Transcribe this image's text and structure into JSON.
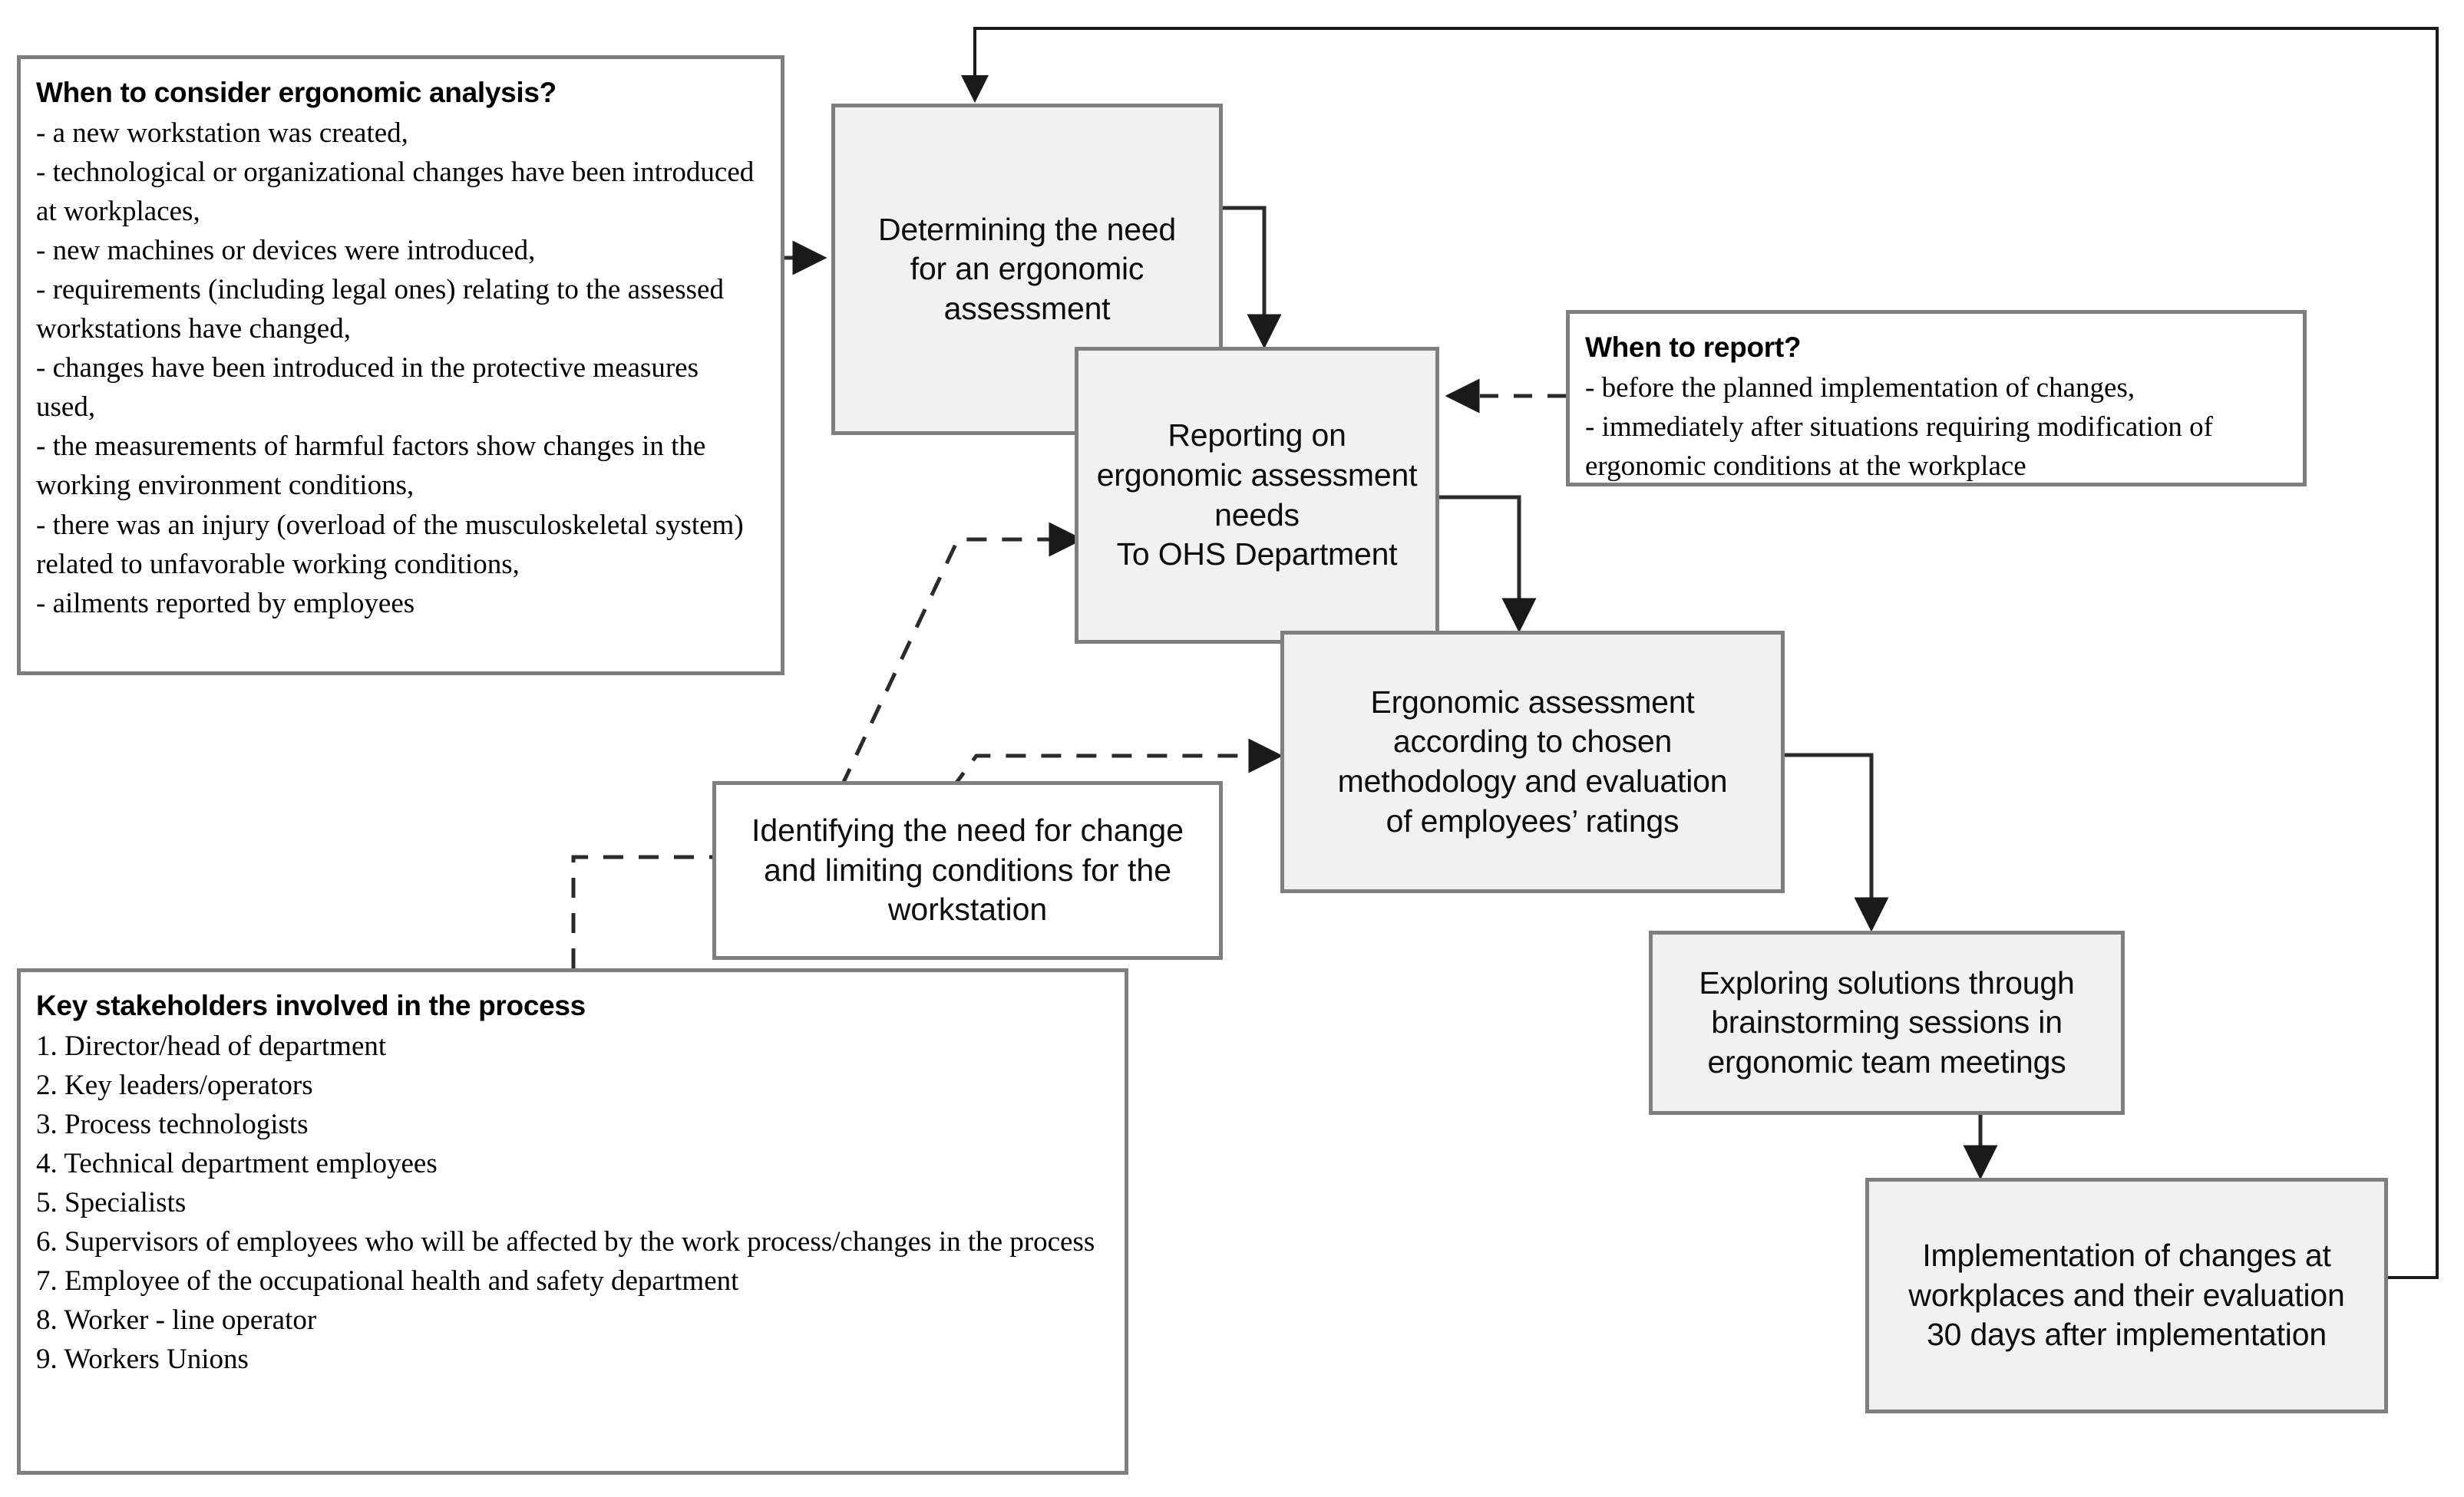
{
  "diagram": {
    "title": "Ergonomic assessment process flowchart",
    "colors": {
      "process_fill": "#f1f1f1",
      "process_border": "#7f7f7f",
      "note_fill": "#ffffff",
      "note_border": "#7f7f7f",
      "connector": "#404040",
      "text": "#0d0d0d"
    }
  },
  "notes": {
    "when_to_consider": {
      "title": "When to consider ergonomic analysis?",
      "lines": [
        "- a new workstation was created,",
        "- technological or organizational changes have been introduced at workplaces,",
        "- new machines or devices were introduced,",
        "- requirements (including legal ones) relating to the assessed workstations have changed,",
        "- changes have been introduced in the protective measures used,",
        "- the measurements of harmful factors show changes in the working environment conditions,",
        "- there was an injury (overload of the musculoskeletal system) related to unfavorable working conditions,",
        "- ailments reported by employees"
      ]
    },
    "when_to_report": {
      "title": "When to report?",
      "lines": [
        "- before the planned implementation of changes,",
        "- immediately after situations requiring modification of ergonomic conditions at the workplace"
      ]
    },
    "key_stakeholders": {
      "title": "Key stakeholders involved in the process",
      "lines": [
        "1. Director/head of department",
        "2. Key leaders/operators",
        "3. Process technologists",
        "4. Technical department employees",
        "5. Specialists",
        "6. Supervisors of employees who will be affected by the work process/changes in the process",
        "7. Employee of the occupational health and safety department",
        "8. Worker - line operator",
        "9. Workers Unions"
      ]
    }
  },
  "process_steps": {
    "determining": {
      "lines": [
        "Determining the need",
        "for an ergonomic",
        "assessment"
      ]
    },
    "reporting": {
      "lines": [
        "Reporting on",
        "ergonomic assessment",
        "needs",
        "To OHS Department"
      ]
    },
    "assessment": {
      "lines": [
        "Ergonomic assessment",
        "according to chosen",
        "methodology and evaluation",
        "of employees’ ratings"
      ]
    },
    "identifying": {
      "lines": [
        "Identifying the need for change",
        "and limiting conditions for the",
        "workstation"
      ]
    },
    "exploring": {
      "lines": [
        "Exploring solutions through",
        "brainstorming sessions in",
        "ergonomic team meetings"
      ]
    },
    "implementation": {
      "lines": [
        "Implementation of changes at",
        "workplaces and their evaluation",
        "30 days after implementation"
      ]
    }
  }
}
